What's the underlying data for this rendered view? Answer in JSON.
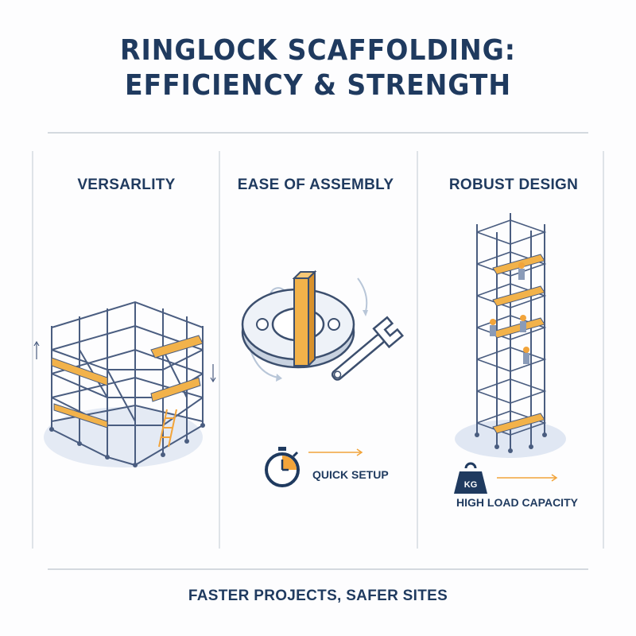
{
  "header": {
    "title_line1": "RINGLOCK SCAFFOLDING:",
    "title_line2": "EFFICIENCY & STRENGTH"
  },
  "columns": [
    {
      "title": "VERSARLITY",
      "icon": "scaffold-structure-illustration"
    },
    {
      "title": "EASE OF ASSEMBLY",
      "icon": "ring-wrench-illustration",
      "caption": "QUICK SETUP",
      "caption_icon": "stopwatch-icon"
    },
    {
      "title": "ROBUST DESIGN",
      "icon": "scaffold-tower-illustration",
      "caption": "HIGH LOAD CAPACITY",
      "caption_icon": "weight-kg-icon",
      "weight_label": "KG"
    }
  ],
  "footer": {
    "tagline": "FASTER PROJECTS, SAFER SITES"
  },
  "colors": {
    "navy": "#1f3a5f",
    "accent": "#f2a43a",
    "frame": "#4a5d80",
    "shadow": "#dfe6f2"
  }
}
